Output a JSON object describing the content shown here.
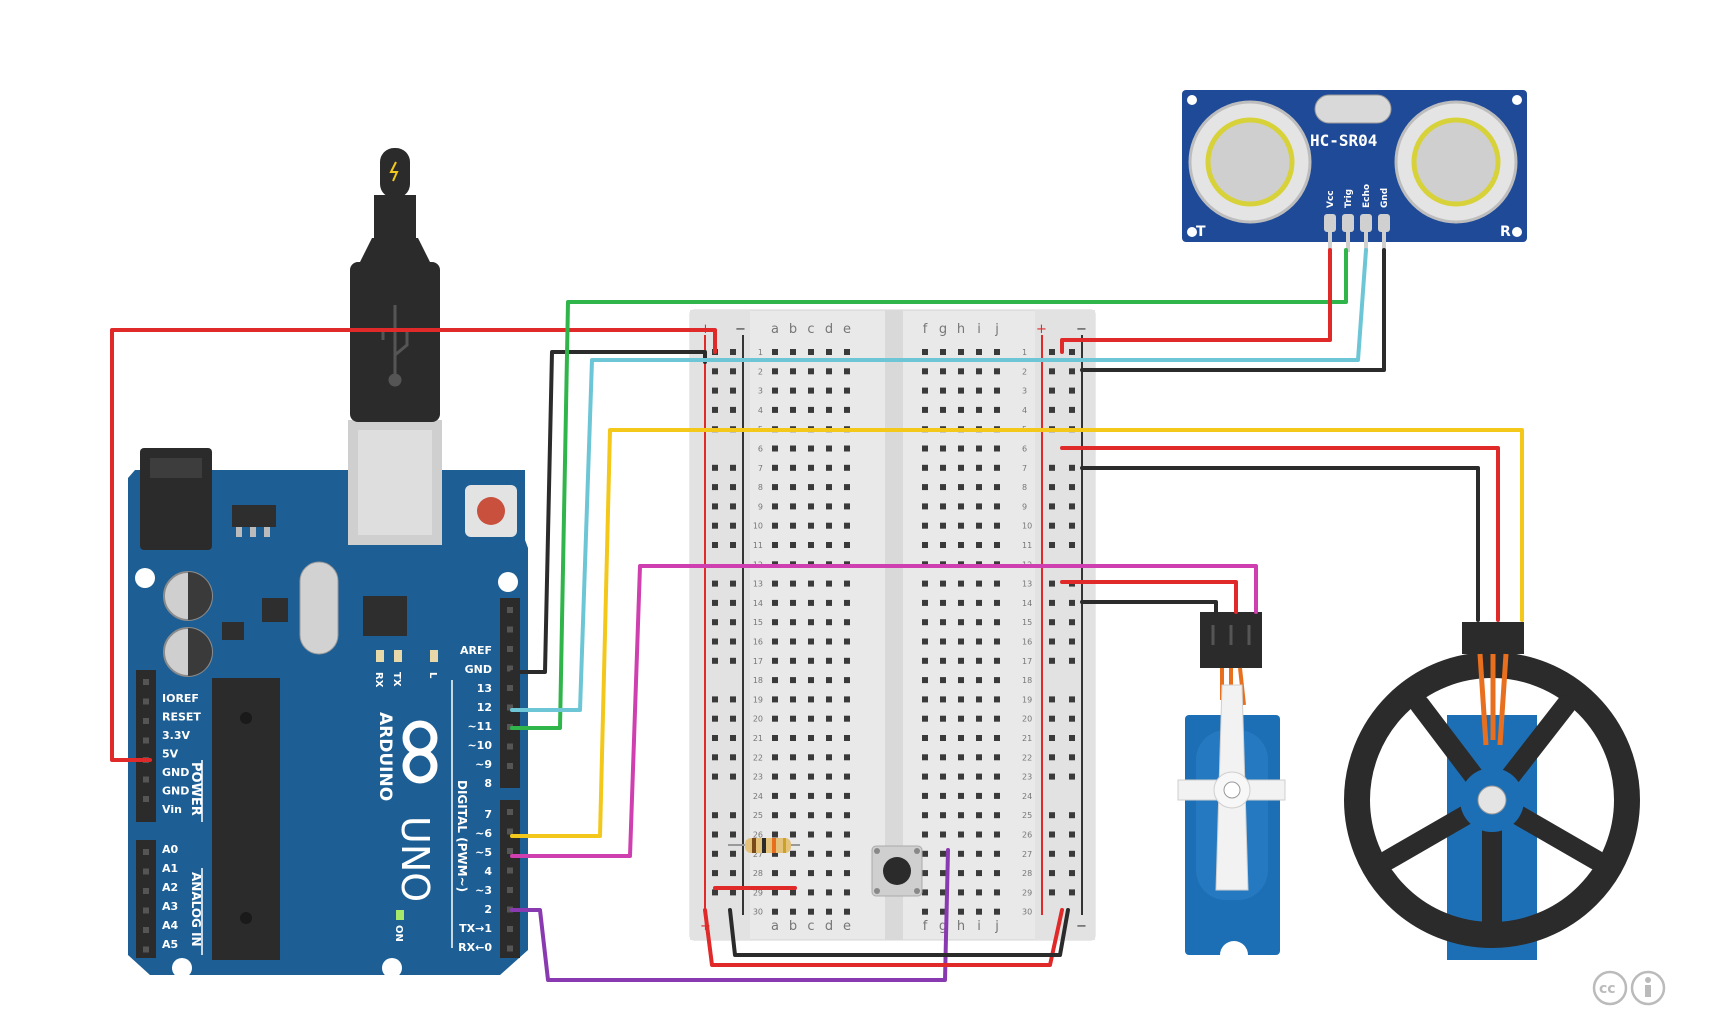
{
  "colors": {
    "red": "#e02a2a",
    "black": "#2b2b2b",
    "green": "#2fb54a",
    "cyan": "#6cc6d6",
    "yellow": "#f3c81a",
    "magenta": "#cf3fb0",
    "purple": "#8a3ab0",
    "board_blue": "#1d5f94",
    "sensor_blue": "#1f4a98"
  },
  "arduino": {
    "brand": "ARDUINO",
    "model": "UNO",
    "header_right": [
      "AREF",
      "GND",
      "13",
      "12",
      "~11",
      "~10",
      "~9",
      "8"
    ],
    "header_right2": [
      "7",
      "~6",
      "~5",
      "4",
      "~3",
      "2",
      "TX→1",
      "RX←0"
    ],
    "header_left_power": [
      "IOREF",
      "RESET",
      "3.3V",
      "5V",
      "GND",
      "GND",
      "Vin"
    ],
    "header_left_analog": [
      "A0",
      "A1",
      "A2",
      "A3",
      "A4",
      "A5"
    ],
    "power_label": "POWER",
    "analog_label": "ANALOG IN",
    "digital_label": "DIGITAL (PWM~)",
    "tx": "TX",
    "rx": "RX",
    "l": "L",
    "on": "ON"
  },
  "sensor": {
    "name": "HC-SR04",
    "pins": [
      "Vcc",
      "Trig",
      "Echo",
      "Gnd"
    ],
    "t": "T",
    "r": "R"
  },
  "breadboard": {
    "cols_left": [
      "a",
      "b",
      "c",
      "d",
      "e"
    ],
    "cols_right": [
      "f",
      "g",
      "h",
      "i",
      "j"
    ],
    "plus": "+",
    "minus": "−",
    "row_count": 30
  },
  "license": {
    "cc": "cc"
  }
}
